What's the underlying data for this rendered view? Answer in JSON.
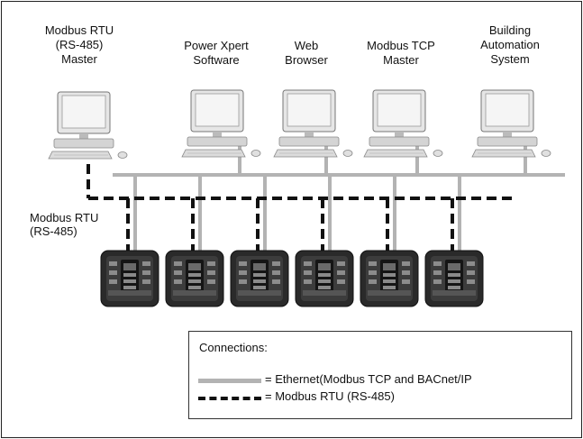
{
  "nodes": [
    {
      "id": "rtu-master",
      "lines": [
        "Modbus RTU",
        "(RS-485)",
        "Master"
      ]
    },
    {
      "id": "power-xpert",
      "lines": [
        "Power Xpert",
        "Software"
      ]
    },
    {
      "id": "web-browser",
      "lines": [
        "Web",
        "Browser"
      ]
    },
    {
      "id": "tcp-master",
      "lines": [
        "Modbus TCP",
        "Master"
      ]
    },
    {
      "id": "bas",
      "lines": [
        "Building",
        "Automation",
        "System"
      ]
    }
  ],
  "side_label": [
    "Modbus RTU",
    "(RS-485)"
  ],
  "legend": {
    "title": "Connections:",
    "ethernet": "= Ethernet(Modbus TCP and BACnet/IP",
    "rtu": "= Modbus RTU (RS-485)"
  },
  "colors": {
    "ethernet": "#b3b3b3",
    "rtu": "#111111"
  },
  "meter_count": 6
}
